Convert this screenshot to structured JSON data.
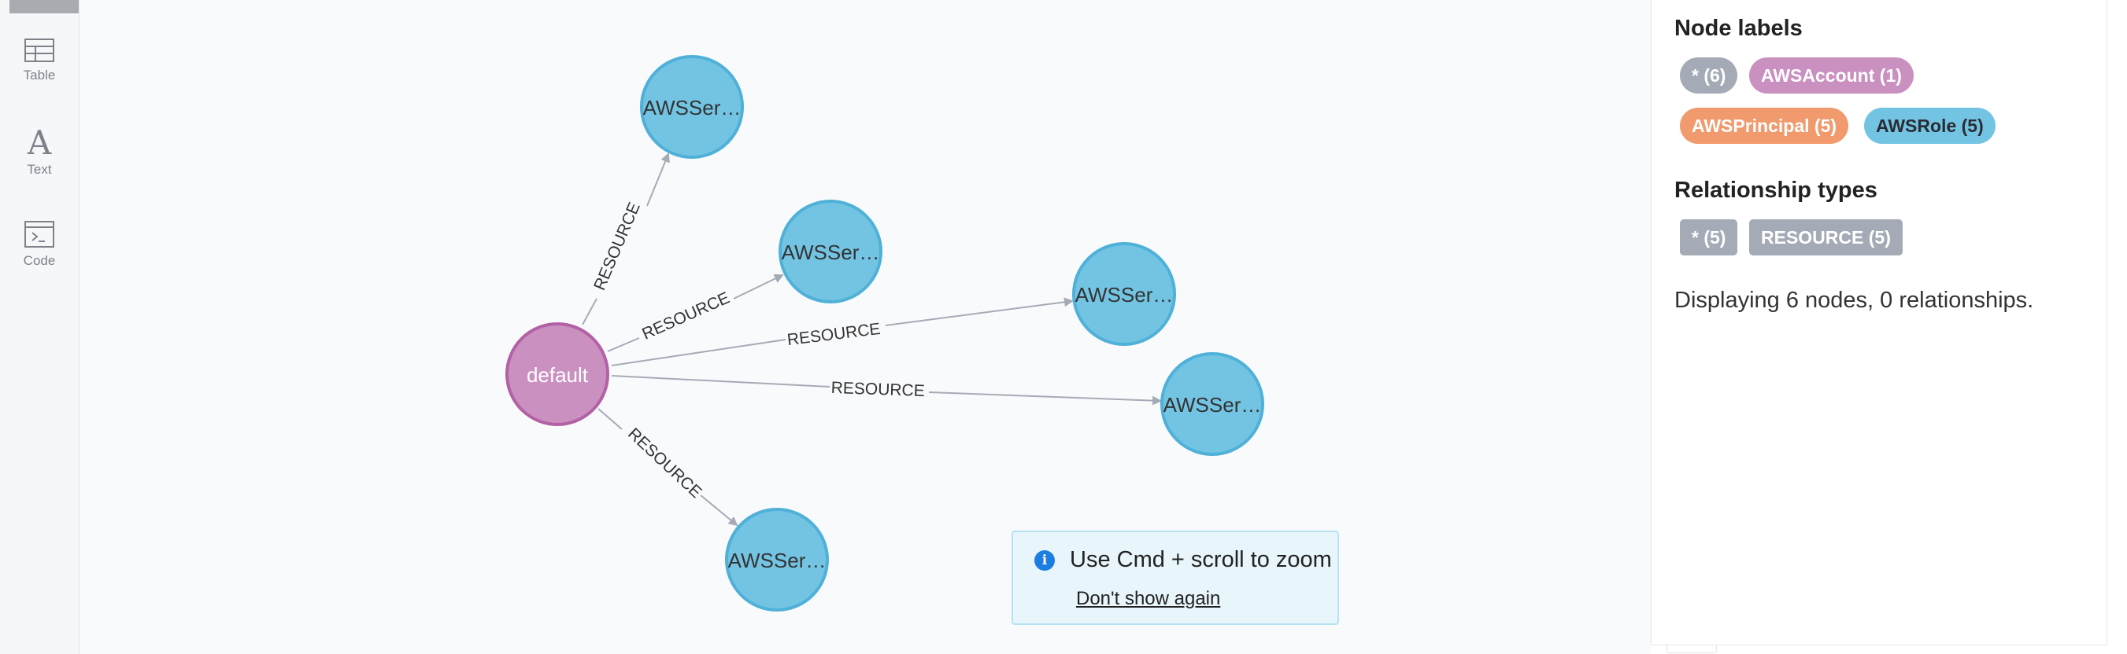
{
  "sidebar": {
    "items": [
      {
        "label": "Table",
        "icon": "table-icon"
      },
      {
        "label": "Text",
        "icon": "text-icon"
      },
      {
        "label": "Code",
        "icon": "code-icon"
      }
    ]
  },
  "graph": {
    "center_node": {
      "label": "default",
      "type": "AWSAccount",
      "color": "#c990c0",
      "border": "#b261a5"
    },
    "resource_nodes": [
      {
        "label": "AWSSer…",
        "type": "AWSRole",
        "color": "#73c4e3",
        "border": "#4fb0d8"
      },
      {
        "label": "AWSSer…",
        "type": "AWSRole",
        "color": "#73c4e3",
        "border": "#4fb0d8"
      },
      {
        "label": "AWSSer…",
        "type": "AWSRole",
        "color": "#73c4e3",
        "border": "#4fb0d8"
      },
      {
        "label": "AWSSer…",
        "type": "AWSRole",
        "color": "#73c4e3",
        "border": "#4fb0d8"
      },
      {
        "label": "AWSSer…",
        "type": "AWSRole",
        "color": "#73c4e3",
        "border": "#4fb0d8"
      }
    ],
    "edge_label": "RESOURCE"
  },
  "toast": {
    "icon": "info-icon",
    "message": "Use Cmd + scroll to zoom",
    "dismiss": "Don't show again"
  },
  "zoom_controls": [
    "zoom-in-icon",
    "zoom-out-icon",
    "fit-screen-icon"
  ],
  "panel": {
    "node_labels_title": "Node labels",
    "node_labels": [
      {
        "label": "* (6)",
        "bg": "#a5abb6",
        "fg": "#ffffff"
      },
      {
        "label": "AWSAccount (1)",
        "bg": "#c990c0",
        "fg": "#ffffff"
      },
      {
        "label": "AWSPrincipal (5)",
        "bg": "#f09a6e",
        "fg": "#ffffff"
      },
      {
        "label": "AWSRole (5)",
        "bg": "#73c4e3",
        "fg": "#2a2c34"
      }
    ],
    "relationship_types_title": "Relationship types",
    "relationship_types": [
      {
        "label": "* (5)",
        "bg": "#a5abb6",
        "fg": "#ffffff"
      },
      {
        "label": "RESOURCE (5)",
        "bg": "#a5abb6",
        "fg": "#ffffff"
      }
    ],
    "summary": "Displaying 6 nodes, 0 relationships."
  }
}
